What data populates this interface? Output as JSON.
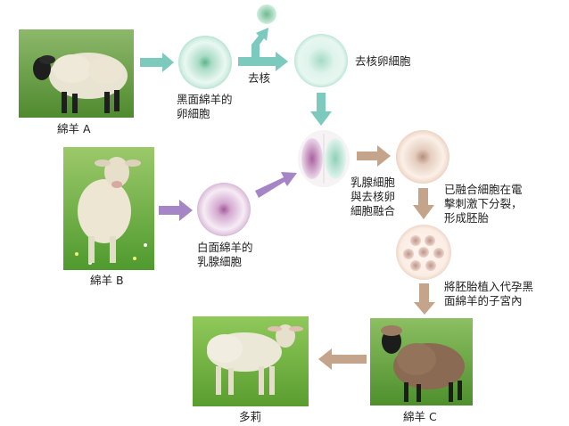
{
  "labels": {
    "sheep_a": "綿羊 A",
    "sheep_b": "綿羊 B",
    "sheep_c": "綿羊 C",
    "dolly": "多莉",
    "enucleate": "去核",
    "enucleated_egg": "去核卵細胞",
    "egg_cell_line1": "黑面綿羊的",
    "egg_cell_line2": "卵細胞",
    "mammary_line1": "白面綿羊的",
    "mammary_line2": "乳腺細胞",
    "fusion_line1": "乳腺細胞",
    "fusion_line2": "與去核卵",
    "fusion_line3": "細胞融合",
    "division_line1": "已融合細胞在電",
    "division_line2": "擊刺激下分裂，",
    "division_line3": "形成胚胎",
    "implant_line1": "將胚胎植入代孕黑",
    "implant_line2": "面綿羊的子宮內"
  },
  "colors": {
    "teal_arrow": "#7cc9bd",
    "purple_arrow": "#a685c6",
    "tan_arrow": "#c4a58c",
    "grass": "#5f9a3a"
  },
  "icons": {
    "sheep_a": "black-face-sheep-icon",
    "sheep_b": "white-sheep-icon",
    "sheep_c": "black-face-sheep-icon",
    "dolly": "lamb-icon"
  }
}
